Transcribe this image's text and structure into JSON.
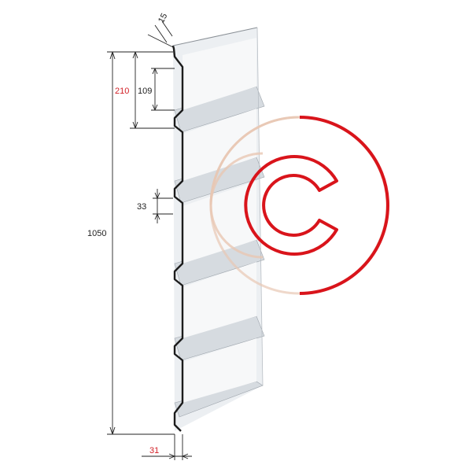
{
  "dimensions": {
    "total_height": "1050",
    "module_pitch": "210",
    "flat_width": "109",
    "rib_depth": "33",
    "top_lip": "15",
    "profile_depth": "31"
  },
  "colors": {
    "panel_face": "#e9ecef",
    "panel_shade": "#cfd4d9",
    "panel_edge": "#1c1c1c",
    "dimension_line": "#222222",
    "accent_red": "#d21f26",
    "watermark_red": "#d9141b",
    "watermark_beige": "#e8c7b3"
  },
  "watermark": {
    "icon": "copyright-c-watermark-icon"
  }
}
